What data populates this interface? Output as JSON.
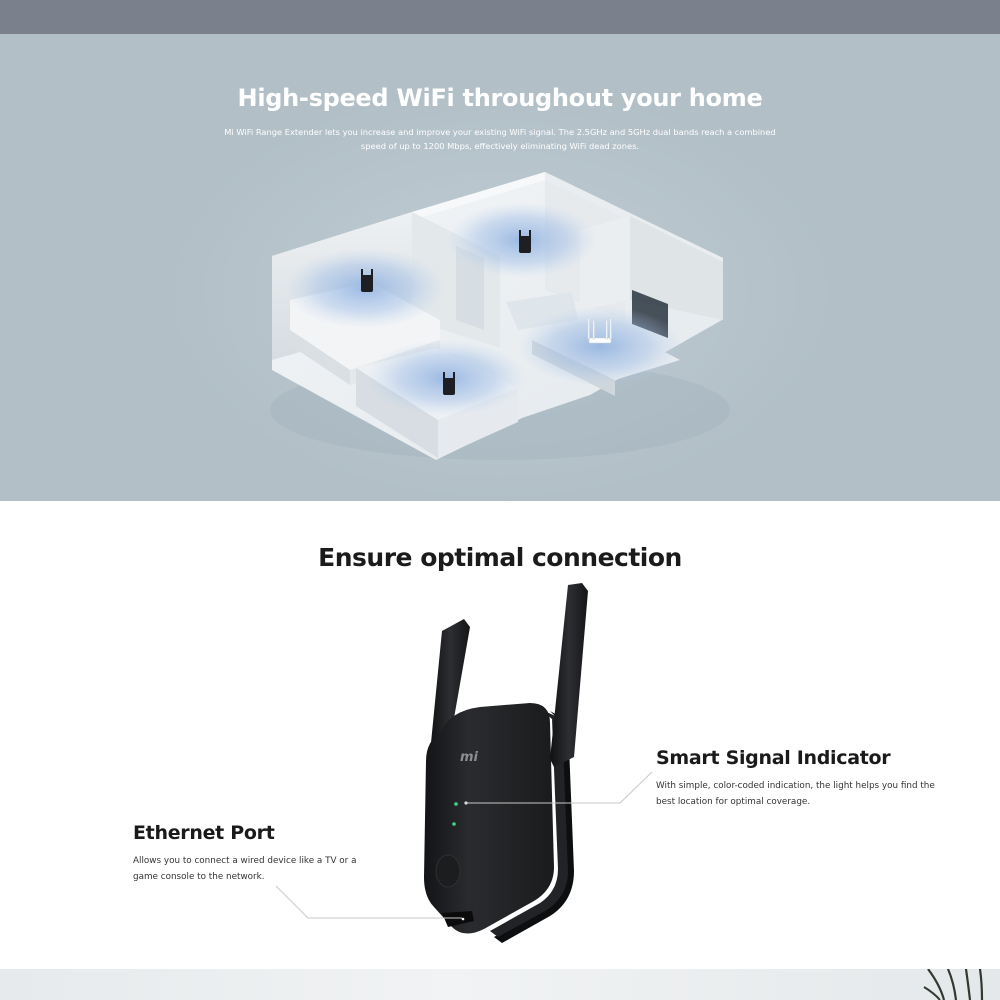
{
  "hero": {
    "title": "High-speed WiFi throughout your home",
    "description": "Mi WiFi Range Extender lets you increase and improve your existing WiFi signal. The 2.5GHz and 5GHz dual bands reach a combined speed of up to 1200 Mbps, effectively eliminating WiFi dead zones.",
    "illustration": "isometric-house-with-wifi-coverage",
    "colors": {
      "topbar": "#7a818c",
      "background": "#b2bfc7",
      "coverage": "#7fa6dd"
    }
  },
  "feature_section": {
    "title": "Ensure optimal connection",
    "product_image": "mi-wifi-range-extender-ac1200",
    "logo_text": "mi",
    "callouts": [
      {
        "title": "Smart Signal Indicator",
        "description": "With simple, color-coded indication, the light helps you find the best location for optimal coverage."
      },
      {
        "title": "Ethernet Port",
        "description": "Allows you to connect a wired device like a TV or a game console to the network."
      }
    ],
    "colors": {
      "led": "#3fd68a",
      "device": "#1e1f21",
      "line": "#c8c8c8"
    }
  }
}
